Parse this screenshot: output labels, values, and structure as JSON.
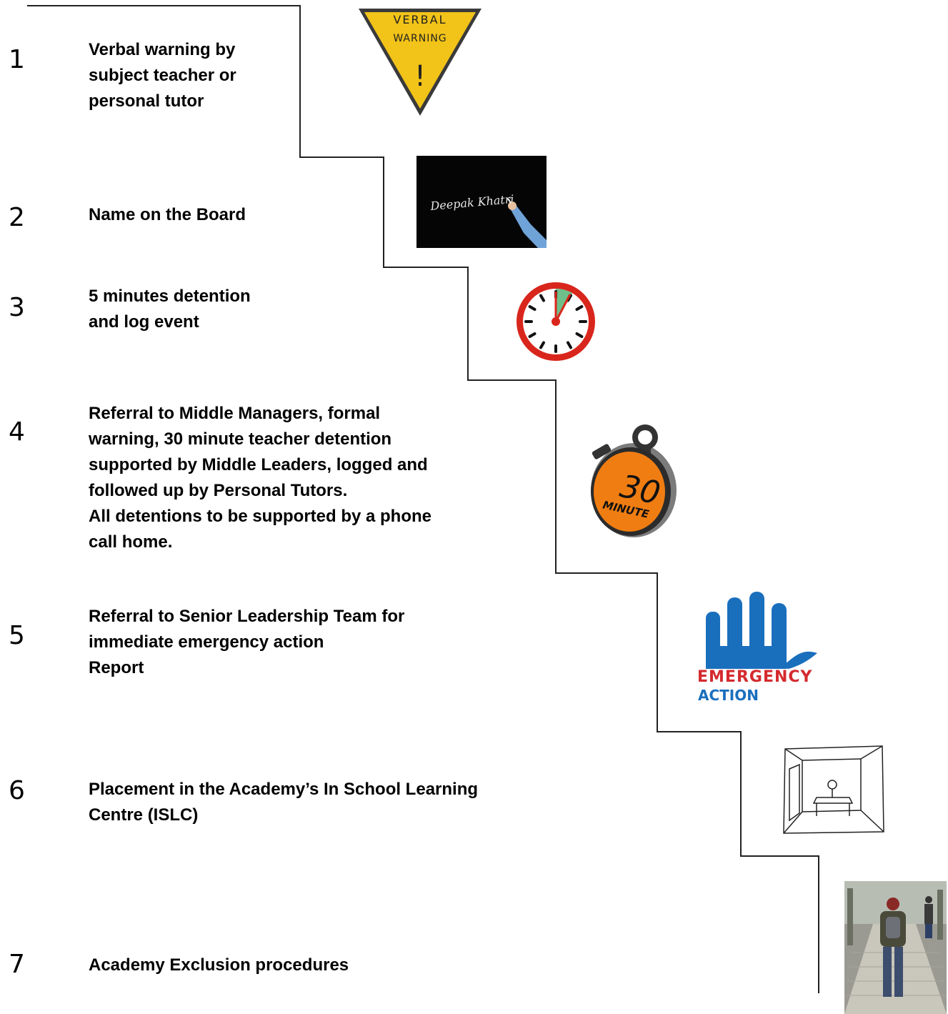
{
  "steps": [
    {
      "number": "1",
      "text": "Verbal warning by\nsubject teacher or\npersonal tutor"
    },
    {
      "number": "2",
      "text": "Name on the Board"
    },
    {
      "number": "3",
      "text": "5 minutes detention\nand log event"
    },
    {
      "number": "4",
      "text": "Referral to Middle Managers, formal\nwarning, 30 minute teacher detention\nsupported by Middle Leaders, logged and\nfollowed up by Personal Tutors.\nAll detentions to be supported by a phone\ncall home."
    },
    {
      "number": "5",
      "text": "Referral to Senior Leadership Team for\nimmediate emergency action\nReport"
    },
    {
      "number": "6",
      "text": "Placement in the Academy’s In School Learning\nCentre (ISLC)"
    },
    {
      "number": "7",
      "text": "Academy Exclusion procedures"
    }
  ],
  "images": {
    "warning_sign": {
      "line1": "VERBAL",
      "line2": "WARNING",
      "mark": "!"
    },
    "chalkboard": {
      "name": "Deepak Khatri"
    },
    "stopwatch": {
      "number": "30",
      "word": "MINUTE"
    },
    "emergency": {
      "line1": "EMERGENCY",
      "line2": "ACTION"
    }
  },
  "colors": {
    "warning_yellow": "#f2c318",
    "clock_red": "#d9261c",
    "clock_green": "#6fbf8a",
    "stopwatch_orange": "#f07d12",
    "emergency_blue": "#1a6fbd",
    "emergency_red": "#d42a2f",
    "chalkboard": "#050505"
  }
}
